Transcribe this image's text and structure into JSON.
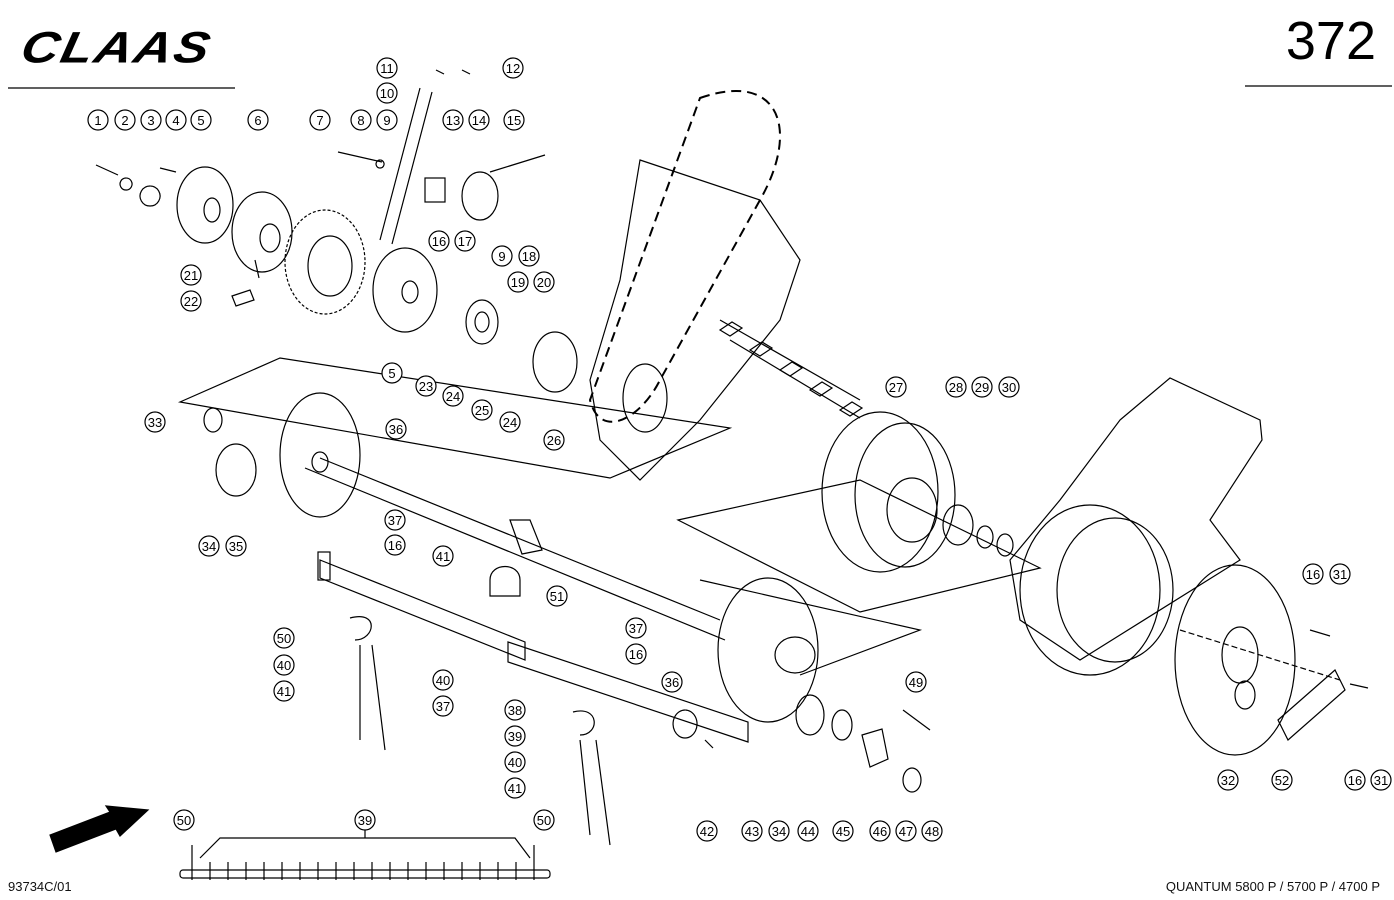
{
  "header": {
    "brand": "CLAAS",
    "page_number": "372"
  },
  "footer": {
    "drawing_id": "93734C/01",
    "model": "QUANTUM 5800 P / 5700 P / 4700 P"
  },
  "callouts": [
    {
      "id": "c1",
      "label": "1"
    },
    {
      "id": "c2",
      "label": "2"
    },
    {
      "id": "c3",
      "label": "3"
    },
    {
      "id": "c4",
      "label": "4"
    },
    {
      "id": "c5",
      "label": "5"
    },
    {
      "id": "c6",
      "label": "6"
    },
    {
      "id": "c7",
      "label": "7"
    },
    {
      "id": "c8",
      "label": "8"
    },
    {
      "id": "c9",
      "label": "9"
    },
    {
      "id": "c10",
      "label": "10"
    },
    {
      "id": "c11",
      "label": "11"
    },
    {
      "id": "c12",
      "label": "12"
    },
    {
      "id": "c13",
      "label": "13"
    },
    {
      "id": "c14",
      "label": "14"
    },
    {
      "id": "c15",
      "label": "15"
    },
    {
      "id": "c16a",
      "label": "16"
    },
    {
      "id": "c17",
      "label": "17"
    },
    {
      "id": "c9b",
      "label": "9"
    },
    {
      "id": "c18",
      "label": "18"
    },
    {
      "id": "c19",
      "label": "19"
    },
    {
      "id": "c20",
      "label": "20"
    },
    {
      "id": "c21",
      "label": "21"
    },
    {
      "id": "c22",
      "label": "22"
    },
    {
      "id": "c5b",
      "label": "5"
    },
    {
      "id": "c23",
      "label": "23"
    },
    {
      "id": "c24a",
      "label": "24"
    },
    {
      "id": "c25",
      "label": "25"
    },
    {
      "id": "c24b",
      "label": "24"
    },
    {
      "id": "c26",
      "label": "26"
    },
    {
      "id": "c27",
      "label": "27"
    },
    {
      "id": "c28",
      "label": "28"
    },
    {
      "id": "c29",
      "label": "29"
    },
    {
      "id": "c30",
      "label": "30"
    },
    {
      "id": "c33",
      "label": "33"
    },
    {
      "id": "c36a",
      "label": "36"
    },
    {
      "id": "c34a",
      "label": "34"
    },
    {
      "id": "c35",
      "label": "35"
    },
    {
      "id": "c37a",
      "label": "37"
    },
    {
      "id": "c16b",
      "label": "16"
    },
    {
      "id": "c41a",
      "label": "41"
    },
    {
      "id": "c51",
      "label": "51"
    },
    {
      "id": "c50a",
      "label": "50"
    },
    {
      "id": "c40a",
      "label": "40"
    },
    {
      "id": "c41b",
      "label": "41"
    },
    {
      "id": "c37b",
      "label": "37"
    },
    {
      "id": "c16c",
      "label": "16"
    },
    {
      "id": "c36b",
      "label": "36"
    },
    {
      "id": "c40b",
      "label": "40"
    },
    {
      "id": "c37c",
      "label": "37"
    },
    {
      "id": "c38",
      "label": "38"
    },
    {
      "id": "c39a",
      "label": "39"
    },
    {
      "id": "c40c",
      "label": "40"
    },
    {
      "id": "c41c",
      "label": "41"
    },
    {
      "id": "c42",
      "label": "42"
    },
    {
      "id": "c43",
      "label": "43"
    },
    {
      "id": "c34b",
      "label": "34"
    },
    {
      "id": "c44",
      "label": "44"
    },
    {
      "id": "c45",
      "label": "45"
    },
    {
      "id": "c46",
      "label": "46"
    },
    {
      "id": "c47",
      "label": "47"
    },
    {
      "id": "c48",
      "label": "48"
    },
    {
      "id": "c49",
      "label": "49"
    },
    {
      "id": "c32",
      "label": "32"
    },
    {
      "id": "c52",
      "label": "52"
    },
    {
      "id": "c16d",
      "label": "16"
    },
    {
      "id": "c31a",
      "label": "31"
    },
    {
      "id": "c16e",
      "label": "16"
    },
    {
      "id": "c31b",
      "label": "31"
    },
    {
      "id": "c50b",
      "label": "50"
    },
    {
      "id": "c39b",
      "label": "39"
    },
    {
      "id": "c50c",
      "label": "50"
    }
  ]
}
